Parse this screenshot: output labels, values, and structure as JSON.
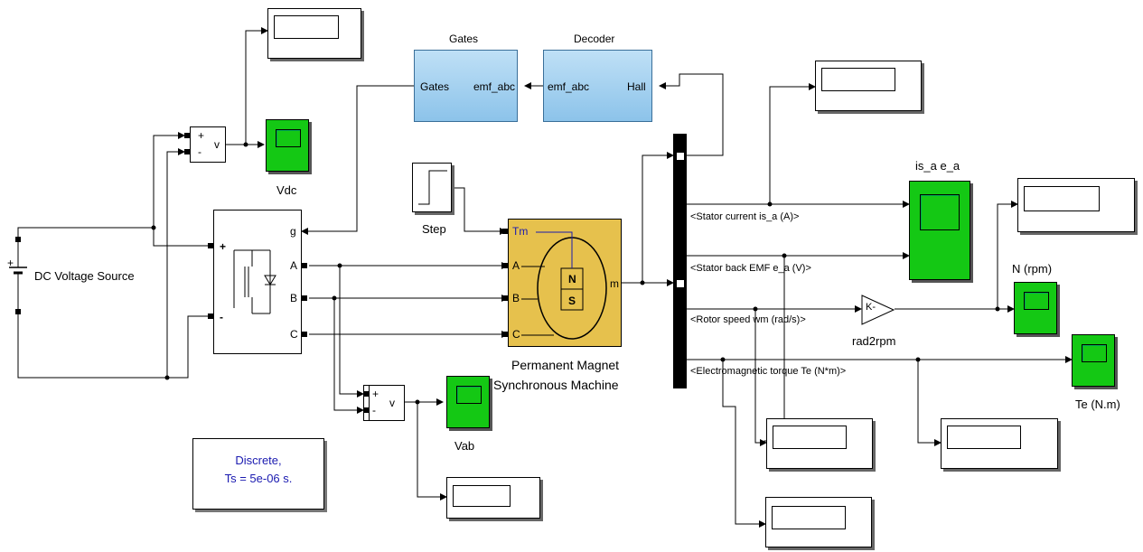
{
  "blocks": {
    "gates": {
      "title": "Gates",
      "in_label": "Gates",
      "out_label": "emf_abc"
    },
    "decoder": {
      "title": "Decoder",
      "in_label": "emf_abc",
      "out_label": "Hall"
    },
    "dc_source": {
      "label": "DC Voltage Source",
      "plus": "+"
    },
    "vdc_meas": {
      "plus": "+",
      "minus": "-",
      "v": "v"
    },
    "vdc_scope": {
      "label": "Vdc"
    },
    "inverter": {
      "g": "g",
      "a": "A",
      "b": "B",
      "c": "C",
      "plus": "+",
      "minus": "-"
    },
    "step": {
      "label": "Step"
    },
    "pmsm": {
      "label_line1": "Permanent Magnet",
      "label_line2": "Synchronous Machine",
      "tm": "Tm",
      "a": "A",
      "b": "B",
      "c": "C",
      "m": "m",
      "n": "N",
      "s": "S"
    },
    "vab_meas": {
      "plus": "+",
      "minus": "-",
      "v": "v"
    },
    "vab_scope": {
      "label": "Vab"
    },
    "isa_scope": {
      "label": "is_a e_a"
    },
    "gain": {
      "label": "rad2rpm",
      "k": "K-"
    },
    "n_scope": {
      "label": "N (rpm)"
    },
    "te_scope": {
      "label": "Te (N.m)"
    },
    "powergui": {
      "line1": "Discrete,",
      "line2": "Ts = 5e-06 s."
    }
  },
  "signals": {
    "stator_current": "<Stator current is_a (A)>",
    "back_emf": "<Stator back EMF e_a (V)>",
    "rotor_speed": "<Rotor speed wm (rad/s)>",
    "torque": "<Electromagnetic torque Te (N*m)>"
  }
}
